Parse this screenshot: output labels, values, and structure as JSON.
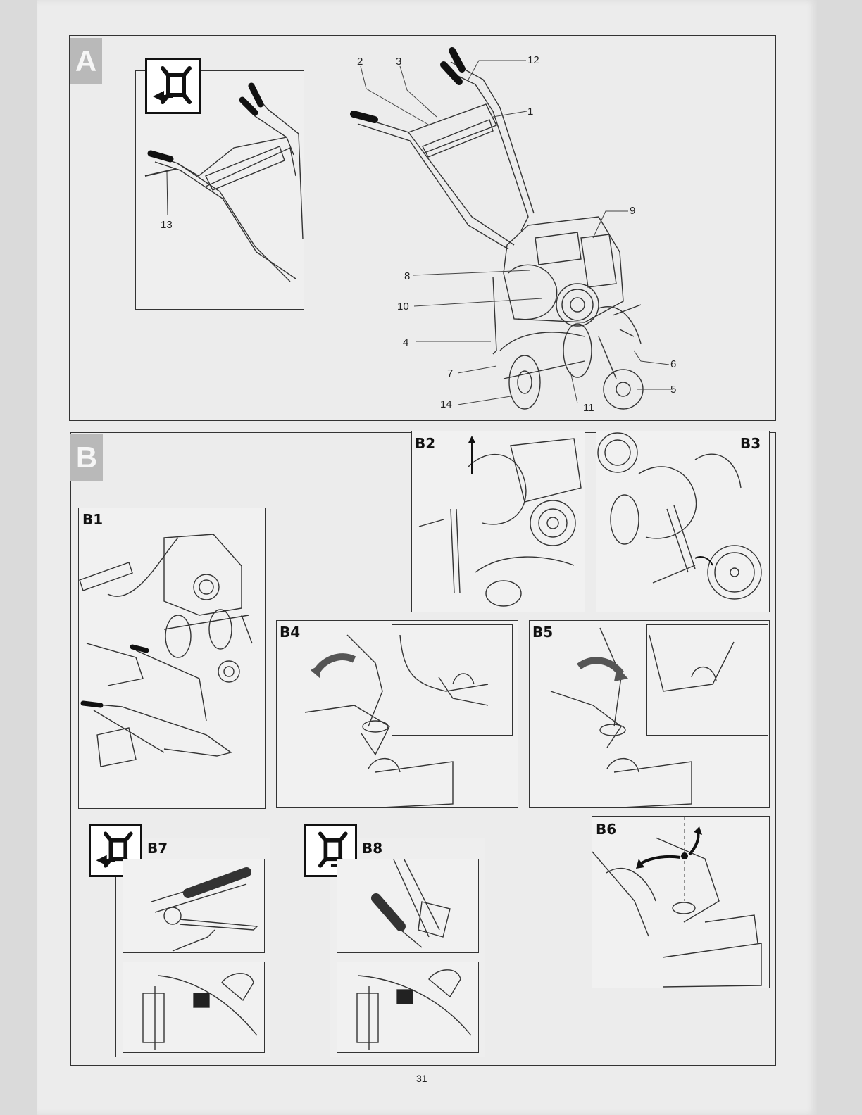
{
  "section_a": {
    "tag": "A",
    "inset_callouts": [
      "13"
    ],
    "callouts": {
      "c1": "1",
      "c2": "2",
      "c3": "3",
      "c4": "4",
      "c5": "5",
      "c6": "6",
      "c7": "7",
      "c8": "8",
      "c9": "9",
      "c10": "10",
      "c11": "11",
      "c12": "12",
      "c14": "14"
    }
  },
  "section_b": {
    "tag": "B",
    "panels": {
      "b1": "B1",
      "b2": "B2",
      "b3": "B3",
      "b4": "B4",
      "b5": "B5",
      "b6": "B6",
      "b7": "B7",
      "b8": "B8"
    }
  },
  "symbols": {
    "a_inset": "tiller-reverse-symbol",
    "b7": "tiller-reverse-symbol",
    "b8": "tiller-forward-symbol"
  },
  "page_number": "31"
}
